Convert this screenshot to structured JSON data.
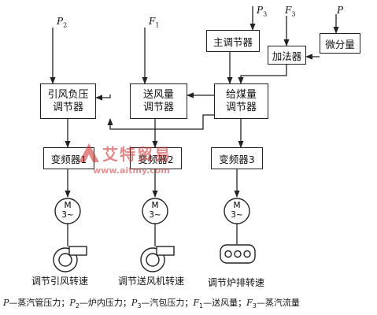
{
  "signals": {
    "p2": {
      "sym": "P",
      "sub": "2"
    },
    "f1": {
      "sym": "F",
      "sub": "1"
    },
    "p3": {
      "sym": "P",
      "sub": "3"
    },
    "f3": {
      "sym": "F",
      "sub": "3"
    },
    "p": {
      "sym": "P",
      "sub": ""
    }
  },
  "controllers": {
    "induced_pressure": {
      "line1": "引风负压",
      "line2": "调节器"
    },
    "supply_air": {
      "line1": "送风量",
      "line2": "调节器"
    },
    "coal_feed": {
      "line1": "给煤量",
      "line2": "调节器"
    },
    "main": {
      "label": "主调节器"
    },
    "adder": {
      "label": "加法器"
    },
    "differentiator": {
      "label": "微分量"
    }
  },
  "inverters": {
    "inv1": "变频器1",
    "inv2": "变频器2",
    "inv3": "变频器3"
  },
  "motor": {
    "top": "M",
    "bottom": "3~"
  },
  "captions": {
    "c1": "调节引风转速",
    "c2": "调节送风机转速",
    "c3": "调节炉排转速"
  },
  "watermark": {
    "main": "艾特贸易",
    "url": "www.aitmy.com"
  },
  "legend": {
    "p_sym": "P",
    "p_text": "—蒸汽管压力；",
    "p2_sym": "P",
    "p2_sub": "2",
    "p2_text": "—炉内压力；",
    "p3_sym": "P",
    "p3_sub": "3",
    "p3_text": "—汽包压力；",
    "f1_sym": "F",
    "f1_sub": "1",
    "f1_text": "—送风量；",
    "f3_sym": "F",
    "f3_sub": "3",
    "f3_text": "—蒸汽流量"
  }
}
